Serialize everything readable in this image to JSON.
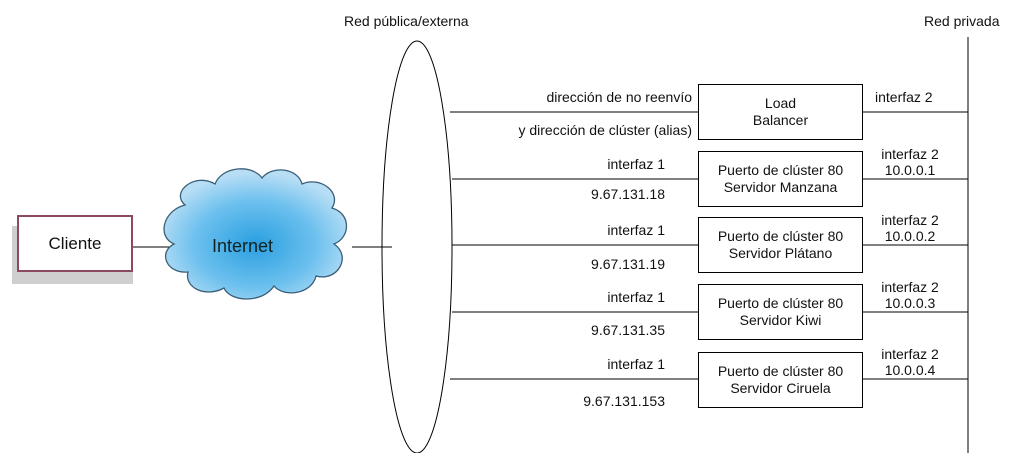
{
  "labels": {
    "public_network": "Red pública/externa",
    "private_network": "Red privada",
    "client": "Cliente",
    "internet": "Internet"
  },
  "load_balancer": {
    "line1": "Load",
    "line2": "Balancer",
    "left_top": "dirección de no reenvío",
    "left_bottom": "y dirección de clúster (alias)",
    "right_top": "interfaz 2"
  },
  "servers": [
    {
      "line1": "Puerto de clúster 80",
      "line2": "Servidor Manzana",
      "left_top": "interfaz 1",
      "left_bottom": "9.67.131.18",
      "right_top": "interfaz 2",
      "right_bottom": "10.0.0.1"
    },
    {
      "line1": "Puerto de clúster 80",
      "line2": "Servidor Plátano",
      "left_top": "interfaz 1",
      "left_bottom": "9.67.131.19",
      "right_top": "interfaz 2",
      "right_bottom": "10.0.0.2"
    },
    {
      "line1": "Puerto de clúster 80",
      "line2": "Servidor Kiwi",
      "left_top": "interfaz 1",
      "left_bottom": "9.67.131.35",
      "right_top": "interfaz 2",
      "right_bottom": "10.0.0.3"
    },
    {
      "line1": "Puerto de clúster 80",
      "line2": "Servidor Ciruela",
      "left_top": "interfaz 1",
      "left_bottom": "9.67.131.153",
      "right_top": "interfaz 2",
      "right_bottom": "10.0.0.4"
    }
  ],
  "colors": {
    "client_border": "#8d4a5f",
    "cloud_fill_center": "#2a9fe0",
    "cloud_fill_edge": "#a9d8f3",
    "cloud_stroke": "#3a5f78"
  }
}
